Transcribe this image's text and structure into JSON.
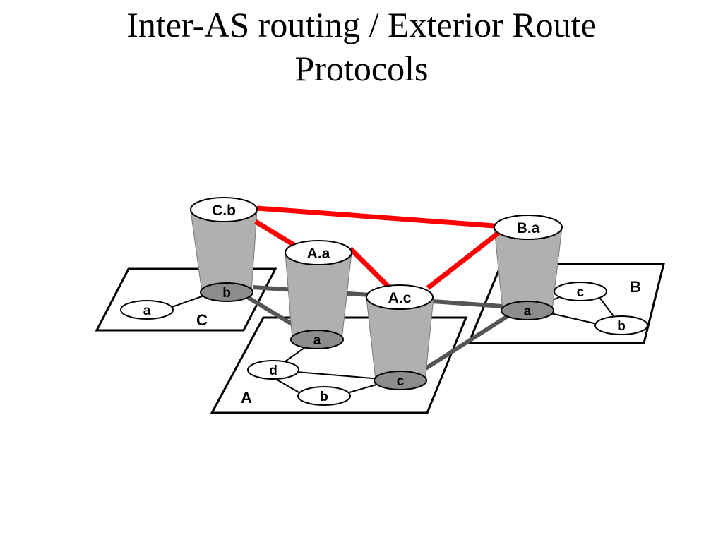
{
  "slide": {
    "title_line1": "Inter-AS routing / Exterior Route",
    "title_line2": "Protocols"
  },
  "diagram": {
    "as_labels": {
      "C": "C",
      "A": "A",
      "B": "B"
    },
    "routers": {
      "C_a": "a",
      "C_b": "b",
      "A_a": "a",
      "A_b": "b",
      "A_c": "c",
      "A_d": "d",
      "B_a": "a",
      "B_b": "b",
      "B_c": "c"
    },
    "gateways": {
      "Cb": "C.b",
      "Aa": "A.a",
      "Ac": "A.c",
      "Ba": "B.a"
    },
    "colors": {
      "inter_as_link": "#ff0000",
      "intra_gateway_link": "#555555",
      "cylinder": "#b0b0b0",
      "gateway_router_fill": "#8c8c8c"
    }
  }
}
